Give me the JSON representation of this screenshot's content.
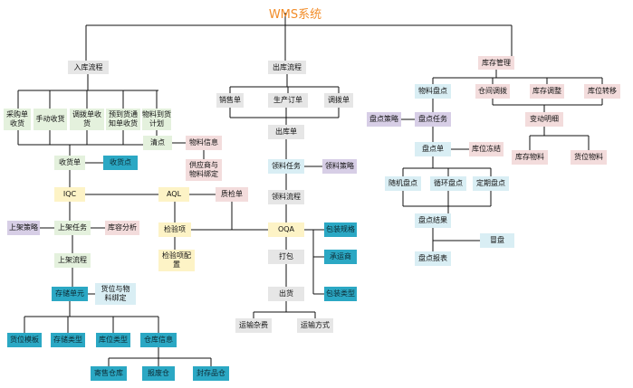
{
  "title": "WMS系统",
  "colors": {
    "line": "#111111",
    "title": "#f28c28",
    "grey": "#e6e6e6",
    "green": "#e4f1dd",
    "yellow": "#fdf3c6",
    "cyan": "#2ba8c4",
    "pink": "#f3dcdc",
    "purple": "#d7cee6",
    "lightblue": "#d9eef4"
  },
  "nodes": {
    "inbound_flow": "入库流程",
    "purchase_receipt": "采购单\n收货",
    "manual_receipt": "手动收货",
    "transfer_receipt": "调拨单收\n货",
    "advance_notice": "预到货通\n知单收货",
    "material_plan": "物料到货\n计划",
    "receipt_order": "收货单",
    "receipt_point": "收货点",
    "stocktaking": "清点",
    "material_info": "物料信息",
    "supplier_material_bind": "供应商与\n物料绑定",
    "iqc": "IQC",
    "aql": "AQL",
    "quality_inspector": "质检单",
    "inspection_item": "检验项",
    "inspection_config": "检验项配\n置",
    "putaway_strategy": "上架策略",
    "putaway_task": "上架任务",
    "capacity_analysis": "库容分析",
    "putaway_flow": "上架流程",
    "storage_unit": "存储单元",
    "cargo_material_bind": "货位与物\n料绑定",
    "location_template": "货位模板",
    "storage_type": "存储类型",
    "area_type": "库位类型",
    "warehouse_info": "仓库信息",
    "consignment_warehouse": "寄售仓库",
    "scrap_warehouse": "报废仓",
    "sealed_goods_warehouse": "封存品仓",
    "outbound_flow": "出库流程",
    "sales_order": "销售单",
    "production_order": "生产订单",
    "transfer_order": "调拨单",
    "outbound_order": "出库单",
    "picking_task": "领料任务",
    "picking_strategy": "领料策略",
    "picking_flow": "领料流程",
    "oqa": "OQA",
    "packing": "打包",
    "packing_spec": "包装规格",
    "carrier": "承运商",
    "packing_type": "包装类型",
    "shipping": "出货",
    "transport_cost": "运输杂费",
    "transport_mode": "运输方式",
    "inventory_mgmt": "库存管理",
    "material_count": "物料盘点",
    "location_transfer": "仓间调拨",
    "inventory_adjust": "库存调整",
    "location_move": "库位转移",
    "count_strategy": "盘点策略",
    "count_task": "盘点任务",
    "change_detail": "变动明细",
    "inventory_material": "库存物料",
    "location_material": "货位物料",
    "count_order": "盘点单",
    "location_freeze": "库位冻结",
    "random_count": "随机盘点",
    "cycle_count": "循环盘点",
    "periodic_count": "定期盘点",
    "count_result": "盘点结果",
    "compensate": "冒盘",
    "count_report": "盘点报表"
  }
}
